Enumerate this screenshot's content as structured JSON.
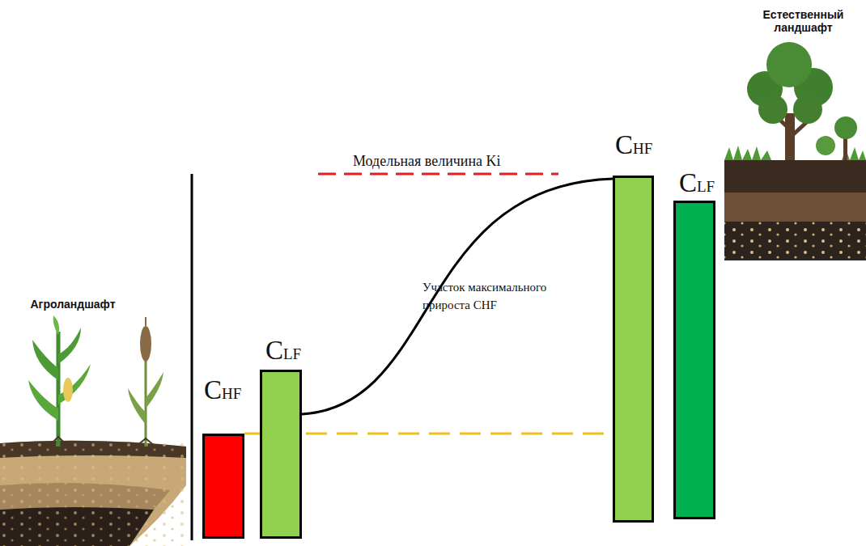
{
  "diagram": {
    "nodes": [
      {
        "text": [
          "CHF"
        ]
      },
      {
        "text": [
          "CLF"
        ]
      },
      {
        "text": [
          "CHF"
        ]
      },
      {
        "text": [
          "CLF"
        ]
      }
    ],
    "edges": [
      {
        "from": 1,
        "to": 2,
        "arrow": "none"
      },
      {
        "from": 0,
        "to": 2,
        "arrow": "none"
      }
    ],
    "labels": [
      "Агроландшафт",
      "Естественный ландшафт",
      "Модельная величина Ki",
      "Участок максимального прироста CHF"
    ]
  }
}
